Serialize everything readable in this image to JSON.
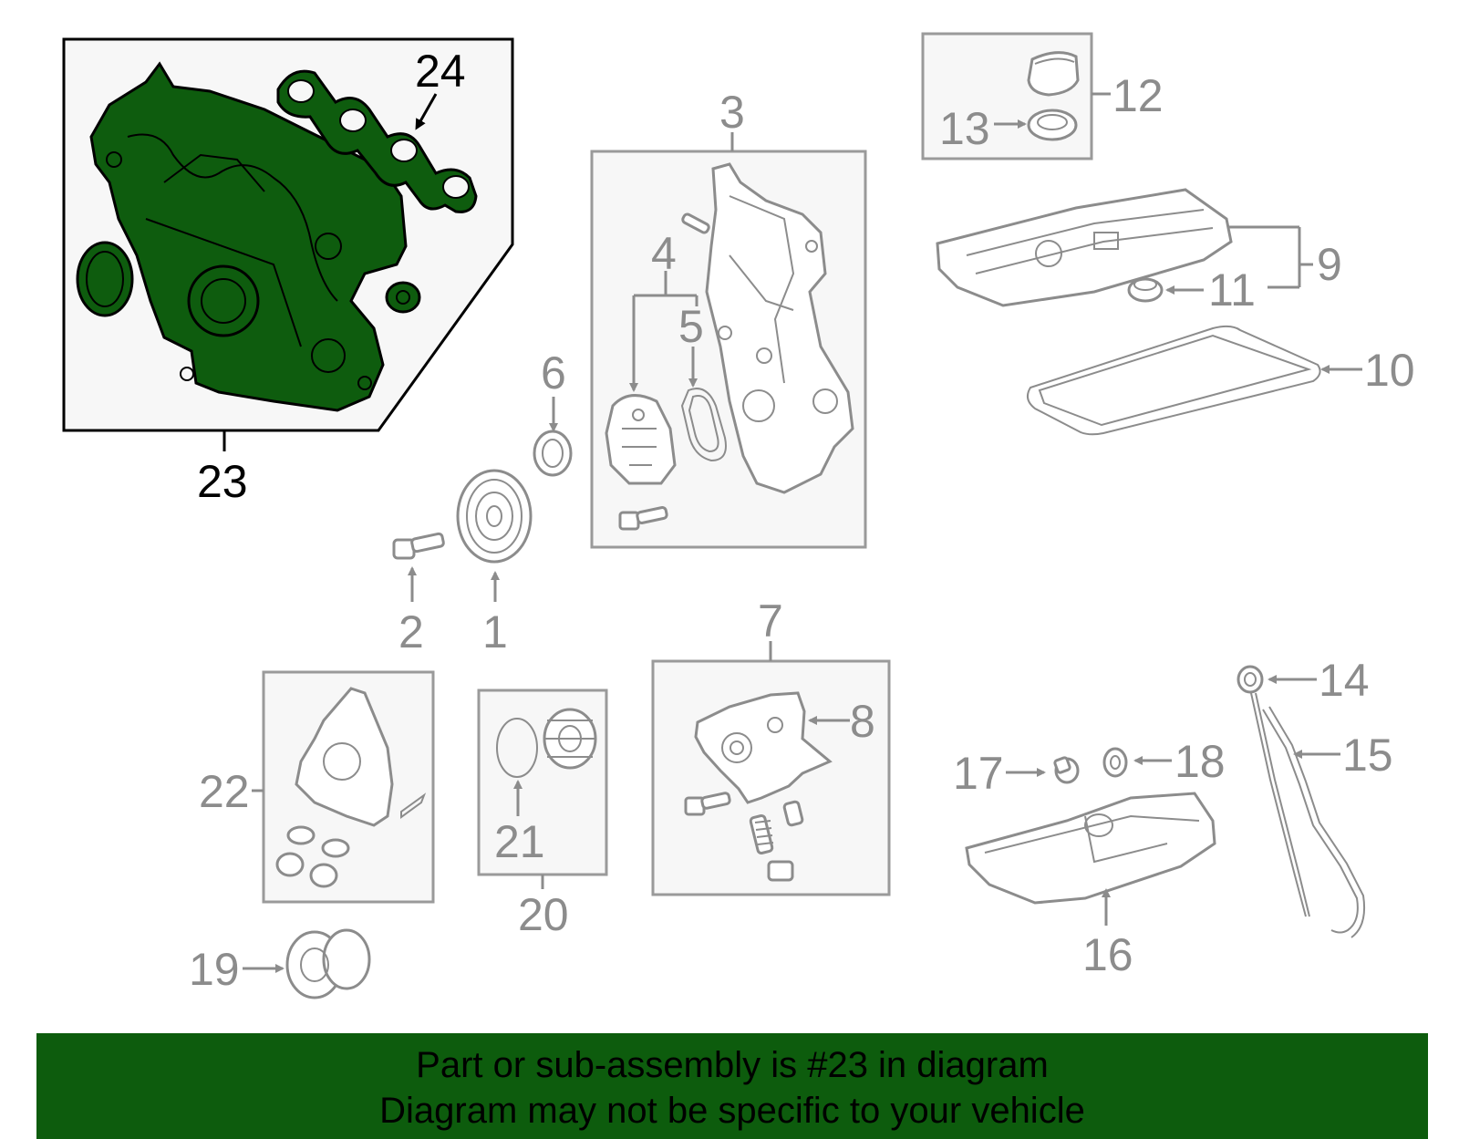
{
  "callouts": {
    "c1": "1",
    "c2": "2",
    "c3": "3",
    "c4": "4",
    "c5": "5",
    "c6": "6",
    "c7": "7",
    "c8": "8",
    "c9": "9",
    "c10": "10",
    "c11": "11",
    "c12": "12",
    "c13": "13",
    "c14": "14",
    "c15": "15",
    "c16": "16",
    "c17": "17",
    "c18": "18",
    "c19": "19",
    "c20": "20",
    "c21": "21",
    "c22": "22",
    "c23": "23",
    "c24": "24"
  },
  "highlighted_part": "23",
  "colors": {
    "highlight_fill": "#0e5c0e",
    "banner_bg": "#0d5c0d",
    "callout_gray": "#8c8c8c"
  },
  "banner": {
    "line1": "Part or sub-assembly is #23 in diagram",
    "line2": "Diagram may not be specific to your vehicle"
  }
}
